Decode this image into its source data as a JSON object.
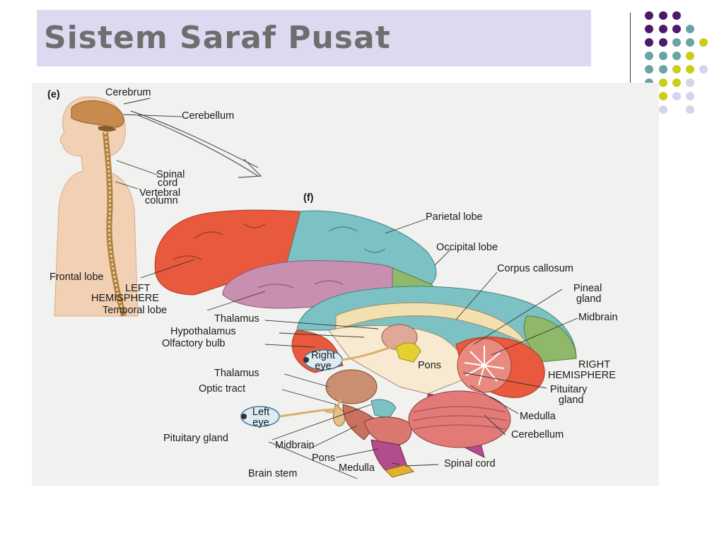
{
  "slide": {
    "title": "Sistem Saraf Pusat"
  },
  "figure": {
    "panel_e": "(e)",
    "panel_f": "(f)",
    "labels": {
      "cerebrum": "Cerebrum",
      "cerebellum_top": "Cerebellum",
      "spinal_cord_top_1": "Spinal",
      "spinal_cord_top_2": "cord",
      "vertebral_1": "Vertebral",
      "vertebral_2": "column",
      "parietal": "Parietal lobe",
      "occipital": "Occipital lobe",
      "corpus": "Corpus callosum",
      "pineal_1": "Pineal",
      "pineal_2": "gland",
      "midbrain_right": "Midbrain",
      "frontal": "Frontal lobe",
      "left_hemi_1": "LEFT",
      "left_hemi_2": "HEMISPHERE",
      "temporal": "Temporal lobe",
      "thalamus_1": "Thalamus",
      "hypothalamus": "Hypothalamus",
      "olfactory": "Olfactory bulb",
      "right_eye_1": "Right",
      "right_eye_2": "eye",
      "pons_mid": "Pons",
      "right_hemi_1": "RIGHT",
      "right_hemi_2": "HEMISPHERE",
      "thalamus_2": "Thalamus",
      "optic_tract": "Optic tract",
      "pituitary_right_1": "Pituitary",
      "pituitary_right_2": "gland",
      "left_eye_1": "Left",
      "left_eye_2": "eye",
      "medulla_right": "Medulla",
      "pituitary_left": "Pituitary gland",
      "midbrain_low": "Midbrain",
      "cerebellum_low": "Cerebellum",
      "pons_low": "Pons",
      "medulla_low": "Medulla",
      "spinal_cord_low": "Spinal cord",
      "brain_stem": "Brain stem"
    }
  },
  "colors": {
    "title_bg": "#dcdaf0",
    "title_text": "#6e6e6e",
    "dot_purple": "#4b1a6b",
    "dot_teal": "#6aa3a3",
    "dot_yellow": "#cccc1a",
    "dot_lavender": "#d6d4ec",
    "frontal": "#e8593d",
    "parietal": "#7cc1c4",
    "temporal": "#c98fb0",
    "occipital": "#8fb86a",
    "cerebellum": "#d9786f",
    "stem": "#b24c8a"
  }
}
